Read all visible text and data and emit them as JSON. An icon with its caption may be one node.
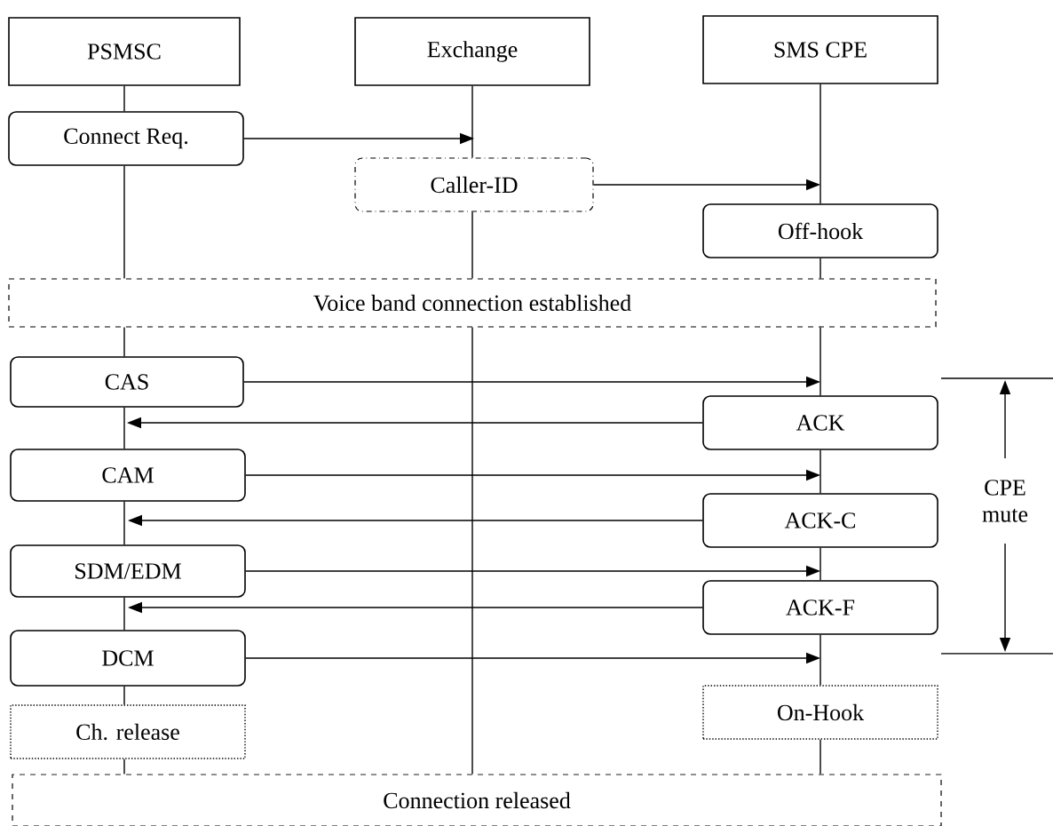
{
  "diagram": {
    "nodes": [
      {
        "text": [
          "PSMSC"
        ]
      },
      {
        "text": [
          "Exchange"
        ]
      },
      {
        "text": [
          "SMS CPE"
        ]
      },
      {
        "text": [
          "Connect Req."
        ]
      },
      {
        "text": [
          "Caller-ID"
        ]
      },
      {
        "text": [
          "Off-hook"
        ]
      },
      {
        "text": [
          "Voice band connection established"
        ]
      },
      {
        "text": [
          "CAS"
        ]
      },
      {
        "text": [
          "ACK"
        ]
      },
      {
        "text": [
          "CAM"
        ]
      },
      {
        "text": [
          "ACK-C"
        ]
      },
      {
        "text": [
          "SDM/EDM"
        ]
      },
      {
        "text": [
          "ACK-F"
        ]
      },
      {
        "text": [
          "DCM"
        ]
      },
      {
        "text": [
          "Ch. release"
        ]
      },
      {
        "text": [
          "On-Hook"
        ]
      },
      {
        "text": [
          "Connection released"
        ]
      }
    ],
    "edges": [
      {
        "from": 3,
        "to": 4,
        "arrow": "to"
      },
      {
        "from": 4,
        "to": 5,
        "arrow": "to"
      },
      {
        "from": 7,
        "to": 8,
        "arrow": "to"
      },
      {
        "from": 8,
        "to": 7,
        "arrow": "to"
      },
      {
        "from": 9,
        "to": 10,
        "arrow": "to"
      },
      {
        "from": 10,
        "to": 9,
        "arrow": "to"
      },
      {
        "from": 11,
        "to": 12,
        "arrow": "to"
      },
      {
        "from": 12,
        "to": 11,
        "arrow": "to"
      },
      {
        "from": 13,
        "to": 12,
        "arrow": "to"
      },
      {
        "from": 0,
        "to": 3,
        "arrow": "none"
      },
      {
        "from": 3,
        "to": 6,
        "arrow": "none"
      },
      {
        "from": 6,
        "to": 7,
        "arrow": "none"
      },
      {
        "from": 7,
        "to": 9,
        "arrow": "none"
      },
      {
        "from": 9,
        "to": 11,
        "arrow": "none"
      },
      {
        "from": 11,
        "to": 13,
        "arrow": "none"
      },
      {
        "from": 13,
        "to": 14,
        "arrow": "none"
      },
      {
        "from": 14,
        "to": 16,
        "arrow": "none"
      },
      {
        "from": 1,
        "to": 4,
        "arrow": "none"
      },
      {
        "from": 4,
        "to": 6,
        "arrow": "none"
      },
      {
        "from": 6,
        "to": 16,
        "arrow": "none"
      },
      {
        "from": 2,
        "to": 5,
        "arrow": "none"
      },
      {
        "from": 5,
        "to": 6,
        "arrow": "none"
      },
      {
        "from": 6,
        "to": 8,
        "arrow": "none"
      },
      {
        "from": 8,
        "to": 10,
        "arrow": "none"
      },
      {
        "from": 10,
        "to": 12,
        "arrow": "none"
      },
      {
        "from": 12,
        "to": 15,
        "arrow": "none"
      },
      {
        "from": 15,
        "to": 16,
        "arrow": "none"
      }
    ],
    "labels": [
      "CPE mute"
    ]
  }
}
